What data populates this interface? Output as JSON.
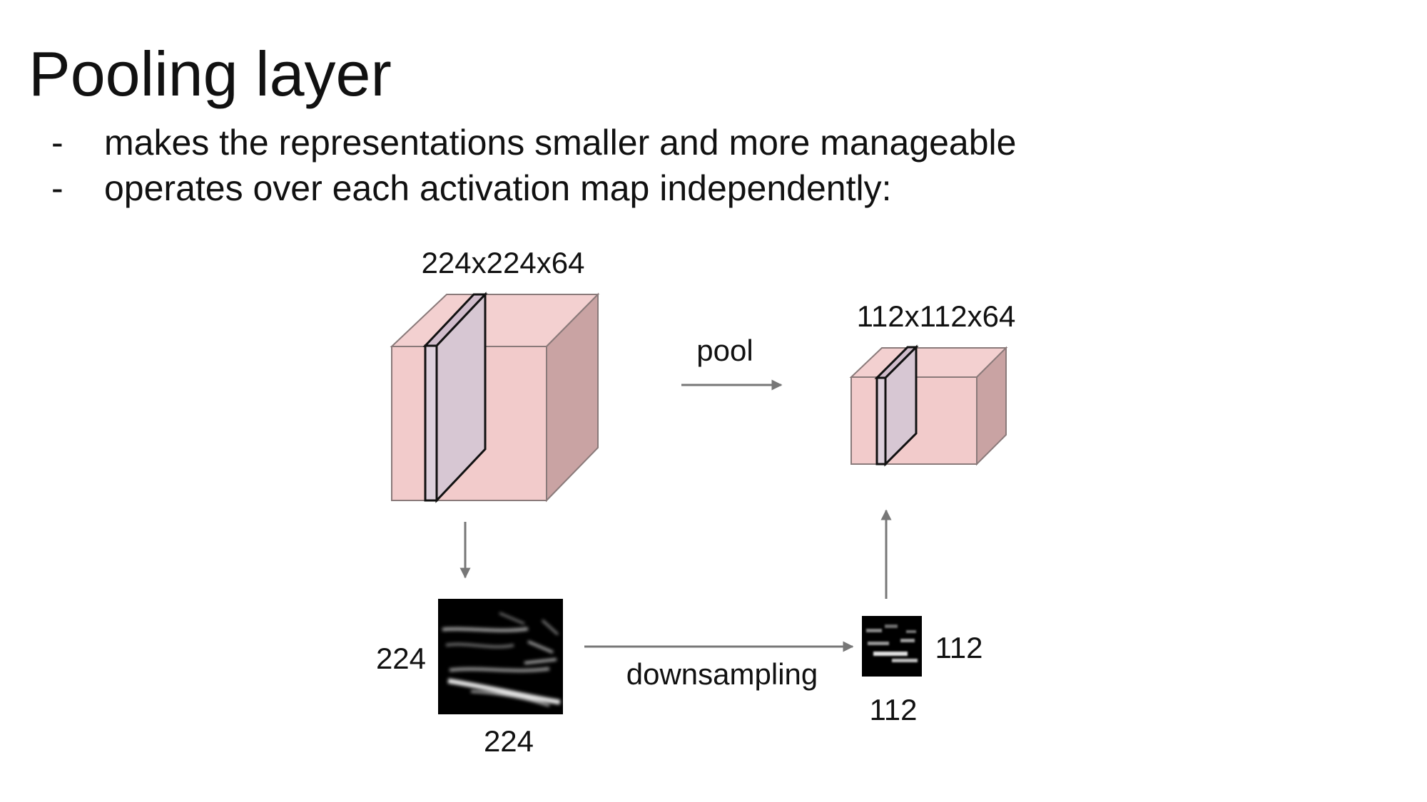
{
  "slide": {
    "title": "Pooling layer",
    "bullets": [
      {
        "dash": "-",
        "text": "makes the representations smaller and more manageable"
      },
      {
        "dash": "-",
        "text": "operates over each activation map independently:"
      }
    ]
  },
  "diagram": {
    "input_volume_label": "224x224x64",
    "output_volume_label": "112x112x64",
    "pool_label": "pool",
    "downsampling_label": "downsampling",
    "input_map_height_label": "224",
    "input_map_width_label": "224",
    "output_map_height_label": "112",
    "output_map_width_label": "112",
    "colors": {
      "volume_front": "#f2cbcb",
      "volume_top": "#f3d0d0",
      "volume_side": "#c9a3a3",
      "volume_edge": "#8a7a7a",
      "slice_fill": "#d7c7d3",
      "arrow": "#777777",
      "map_background": "#000000"
    }
  }
}
